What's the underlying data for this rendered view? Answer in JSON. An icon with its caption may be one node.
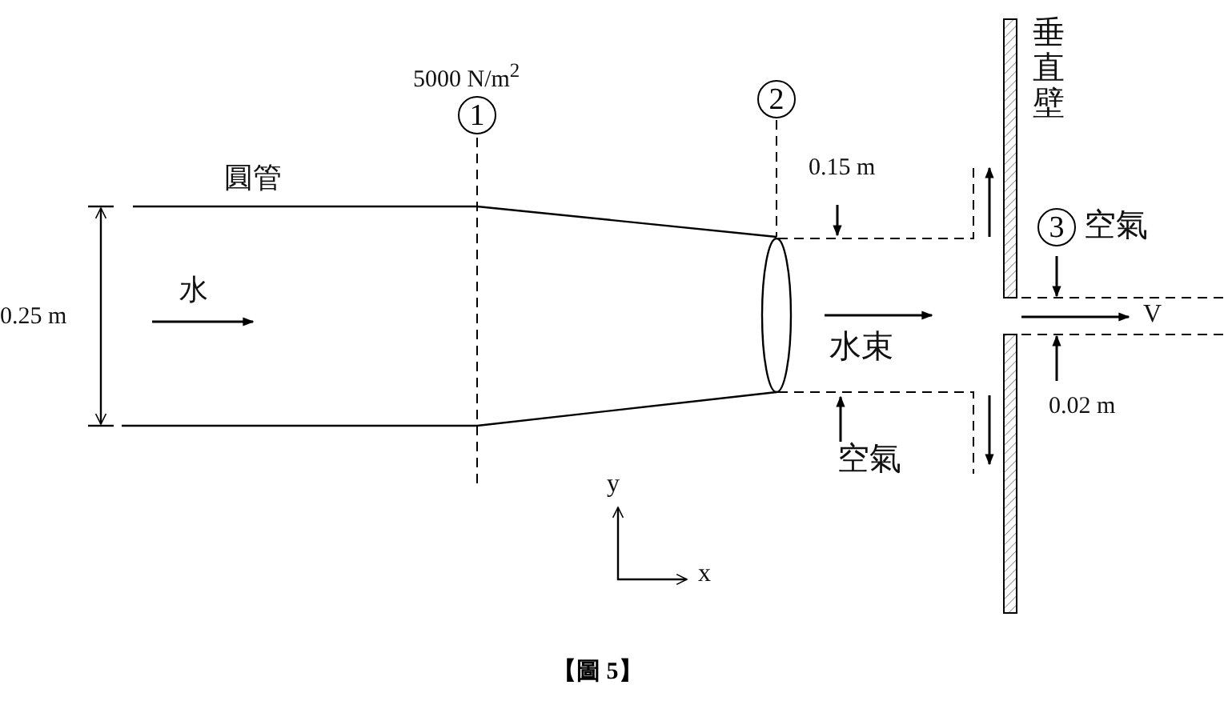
{
  "diagram": {
    "caption": "【圖 5】",
    "nodes": [
      {
        "text": [
          "1"
        ]
      },
      {
        "text": [
          "2"
        ]
      },
      {
        "text": [
          "3"
        ]
      }
    ],
    "labels": [
      "5000 N/m$^{2}$",
      "圓管",
      "0.25 m",
      "水",
      "0.15 m",
      "垂直壁",
      "空氣",
      "水束",
      "V",
      "0.02 m",
      "空氣",
      "y",
      "x"
    ]
  }
}
